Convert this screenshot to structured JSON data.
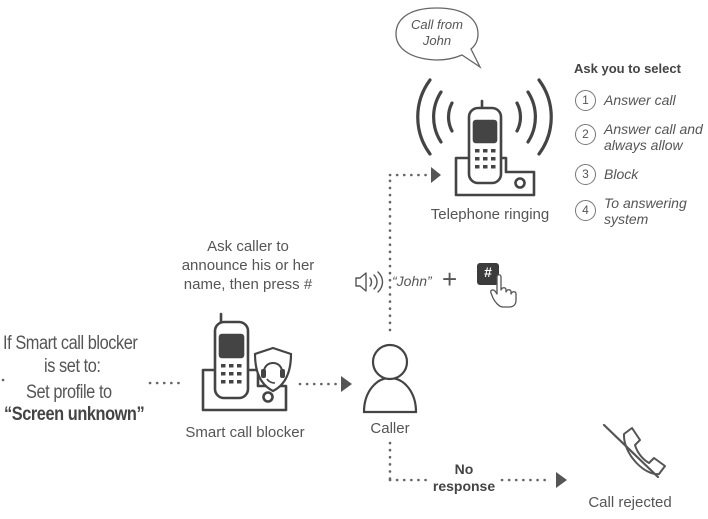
{
  "condition": {
    "line1": "If Smart call blocker",
    "line2": "is set to:",
    "line3": "Set profile to",
    "profile": "“Screen unknown”"
  },
  "blocker_label": "Smart call blocker",
  "ask_caller": {
    "line1": "Ask caller to",
    "line2": "announce his or her",
    "line3": "name, then press #"
  },
  "caller_label": "Caller",
  "announcement": {
    "spoken": "“John”",
    "plus": "+",
    "key": "#"
  },
  "bubble": {
    "line1": "Call from",
    "line2": "John"
  },
  "ringing_label": "Telephone ringing",
  "options": {
    "title": "Ask you to select",
    "items": [
      {
        "num": "1",
        "line1": "Answer call",
        "line2": ""
      },
      {
        "num": "2",
        "line1": "Answer call and",
        "line2": "always allow"
      },
      {
        "num": "3",
        "line1": "Block",
        "line2": ""
      },
      {
        "num": "4",
        "line1": "To answering",
        "line2": "system"
      }
    ]
  },
  "no_response": {
    "line1": "No",
    "line2": "response"
  },
  "rejected_label": "Call rejected"
}
